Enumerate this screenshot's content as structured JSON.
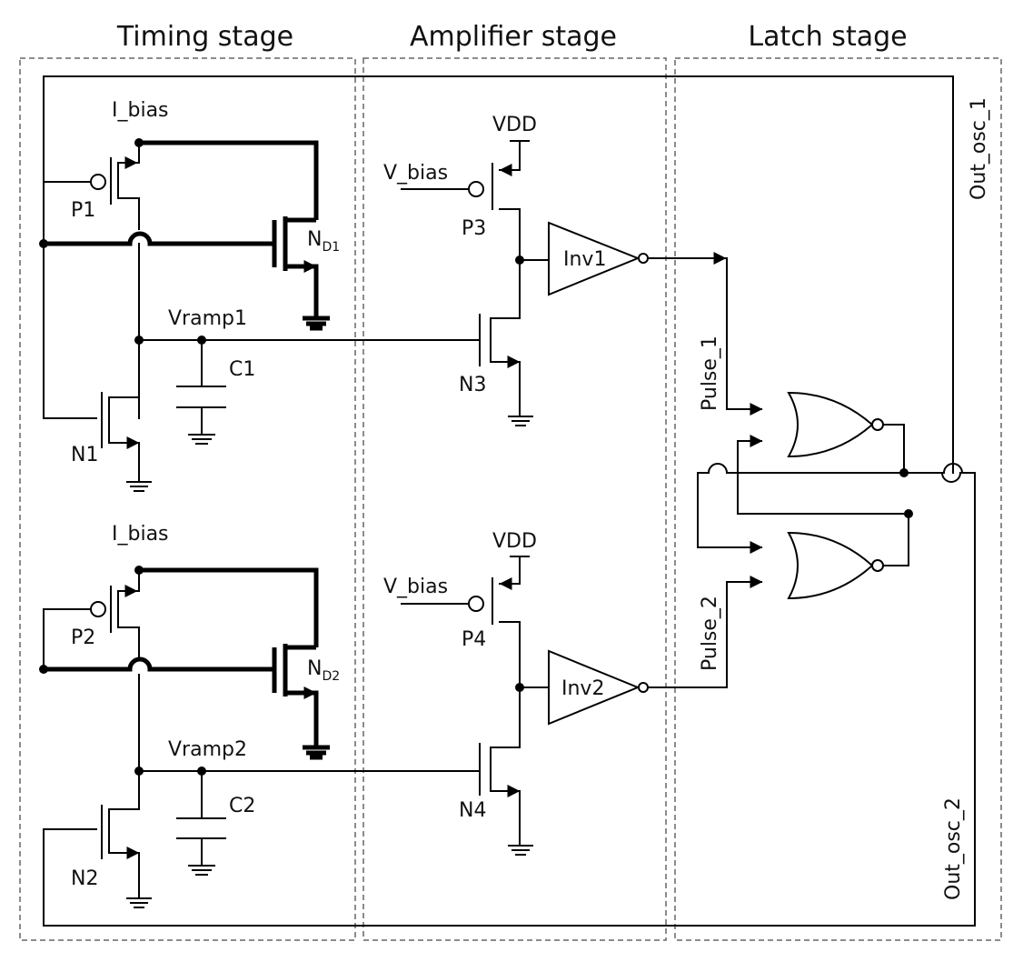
{
  "stages": {
    "timing": "Timing stage",
    "amplifier": "Amplifier stage",
    "latch": "Latch stage"
  },
  "labels": {
    "i_bias_1": "I_bias",
    "i_bias_2": "I_bias",
    "p1": "P1",
    "p2": "P2",
    "n1": "N1",
    "n2": "N2",
    "nd1_main": "N",
    "nd1_sub": "D1",
    "nd2_main": "N",
    "nd2_sub": "D2",
    "vramp1": "Vramp1",
    "vramp2": "Vramp2",
    "c1": "C1",
    "c2": "C2",
    "vdd_1": "VDD",
    "vdd_2": "VDD",
    "v_bias_1": "V_bias",
    "v_bias_2": "V_bias",
    "p3": "P3",
    "p4": "P4",
    "n3": "N3",
    "n4": "N4",
    "inv1": "Inv1",
    "inv2": "Inv2",
    "pulse_1": "Pulse_1",
    "pulse_2": "Pulse_2",
    "out_osc_1": "Out_osc_1",
    "out_osc_2": "Out_osc_2"
  }
}
